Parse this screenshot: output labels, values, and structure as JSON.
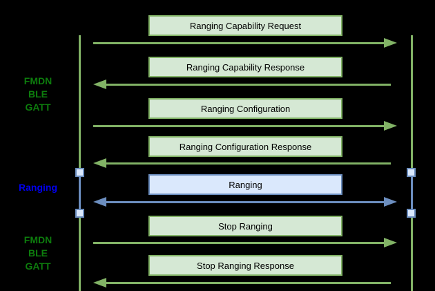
{
  "diagram": {
    "background": "#000000",
    "colors": {
      "green_stroke": "#82b366",
      "green_fill": "#d5e8d4",
      "blue_stroke": "#6c8ebf",
      "blue_fill": "#dae8fc",
      "green_label_text": "#0d7d0d",
      "blue_label_text": "#0000ee",
      "box_text": "#000000"
    },
    "side_labels": {
      "fmdn_top": {
        "line1": "FMDN",
        "line2": "BLE",
        "line3": "GATT"
      },
      "ranging": {
        "label": "Ranging"
      },
      "fmdn_bottom": {
        "line1": "FMDN",
        "line2": "BLE",
        "line3": "GATT"
      }
    },
    "messages": [
      {
        "label": "Ranging Capability Request",
        "direction": "right",
        "color": "green"
      },
      {
        "label": "Ranging Capability Response",
        "direction": "left",
        "color": "green"
      },
      {
        "label": "Ranging Configuration",
        "direction": "right",
        "color": "green"
      },
      {
        "label": "Ranging Configuration Response",
        "direction": "left",
        "color": "green"
      },
      {
        "label": "Ranging",
        "direction": "both",
        "color": "blue"
      },
      {
        "label": "Stop Ranging",
        "direction": "right",
        "color": "green"
      },
      {
        "label": "Stop Ranging Response",
        "direction": "left",
        "color": "green"
      }
    ]
  }
}
